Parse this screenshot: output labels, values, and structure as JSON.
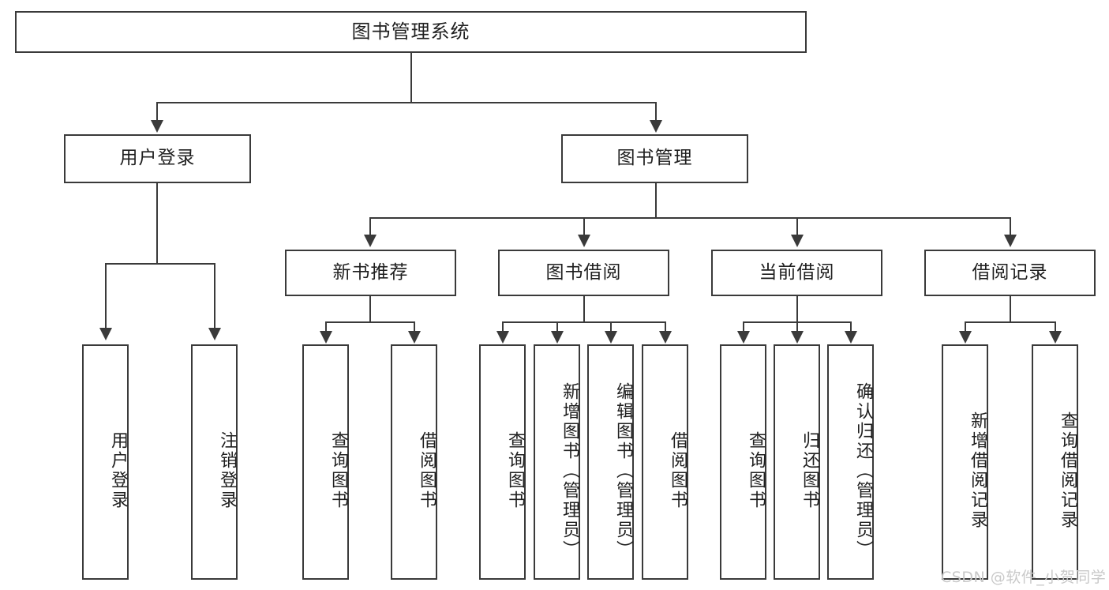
{
  "diagram": {
    "title": "图书管理系统",
    "type": "tree-hierarchy",
    "levels": 4
  },
  "root": {
    "label": "图书管理系统"
  },
  "level2": [
    {
      "label": "用户登录"
    },
    {
      "label": "图书管理"
    }
  ],
  "level3": [
    {
      "label": "新书推荐"
    },
    {
      "label": "图书借阅"
    },
    {
      "label": "当前借阅"
    },
    {
      "label": "借阅记录"
    }
  ],
  "leaves": {
    "user_login": [
      {
        "label": "用户登录"
      },
      {
        "label": "注销登录"
      }
    ],
    "new_book_recommend": [
      {
        "label": "查询图书"
      },
      {
        "label": "借阅图书"
      }
    ],
    "book_borrow": [
      {
        "label": "查询图书"
      },
      {
        "label": "新增图书（管理员）"
      },
      {
        "label": "编辑图书（管理员）"
      },
      {
        "label": "借阅图书"
      }
    ],
    "current_borrow": [
      {
        "label": "查询图书"
      },
      {
        "label": "归还图书"
      },
      {
        "label": "确认归还（管理员）"
      }
    ],
    "borrow_record": [
      {
        "label": "新增借阅记录"
      },
      {
        "label": "查询借阅记录"
      }
    ]
  },
  "watermark": {
    "text": "CSDN @软件_小贺同学"
  },
  "colors": {
    "stroke": "#3a3a3a",
    "background": "#ffffff",
    "text": "#1f1f1f",
    "watermark": "#c9c9c9"
  }
}
